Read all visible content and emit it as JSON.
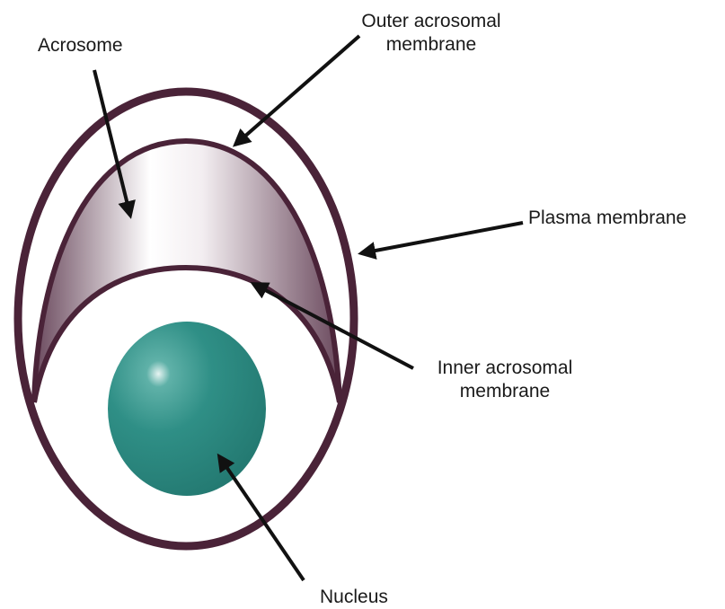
{
  "colors": {
    "membrane": "#4a2338",
    "acrosome_dark": "#6b4a5e",
    "acrosome_light": "#ffffff",
    "nucleus": "#2f8f86",
    "nucleus_highlight": "#e6f4f2",
    "arrow": "#111111",
    "background": "#ffffff"
  },
  "labels": {
    "acrosome": "Acrosome",
    "outer_acrosomal_line1": "Outer acrosomal",
    "outer_acrosomal_line2": "membrane",
    "plasma_membrane": "Plasma membrane",
    "inner_acrosomal_line1": "Inner acrosomal",
    "inner_acrosomal_line2": "membrane",
    "nucleus": "Nucleus"
  }
}
